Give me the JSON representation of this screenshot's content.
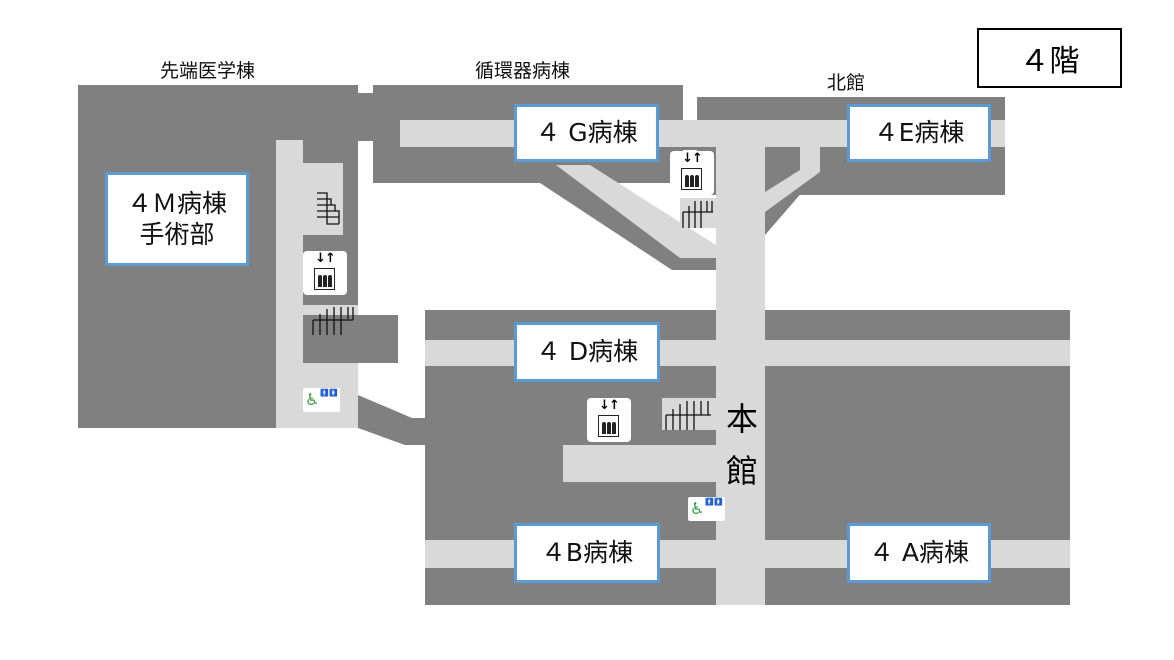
{
  "floor_label": "４階",
  "buildings": {
    "advanced_medicine": "先端医学棟",
    "cardiovascular": "循環器病棟",
    "north": "北館",
    "main": [
      "本",
      "館"
    ]
  },
  "wings": {
    "4g": "４ G病棟",
    "4e": "４E病棟",
    "4m_line1": "４Ｍ病棟",
    "4m_line2": "手術部",
    "4d": "４ D病棟",
    "4b": "４B病棟",
    "4a": "４ A病棟"
  },
  "icons": {
    "elevator_arrows": "↓↑",
    "wheelchair": "♿",
    "restroom": "🚹🚺"
  },
  "colors": {
    "building": "#808080",
    "corridor": "#d9d9d9",
    "wing_border": "#5b9bd5",
    "accessible": "#2e9a3a"
  }
}
